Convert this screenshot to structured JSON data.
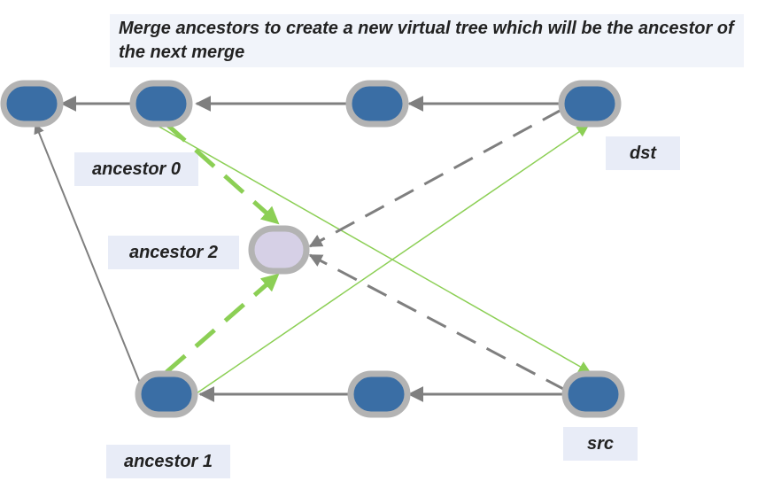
{
  "caption": "Merge ancestors to create a new virtual tree which will be the ancestor of the next merge",
  "labels": {
    "ancestor0": "ancestor 0",
    "ancestor1": "ancestor 1",
    "ancestor2": "ancestor 2",
    "dst": "dst",
    "src": "src"
  },
  "colors": {
    "node_fill": "#3a6ea5",
    "node_ring": "#b3b3b3",
    "virtual_fill": "#d6d0e6",
    "edge": "#7f7f7f",
    "merge_arrow": "#8ccf55",
    "cross_line": "#8ccf55"
  }
}
